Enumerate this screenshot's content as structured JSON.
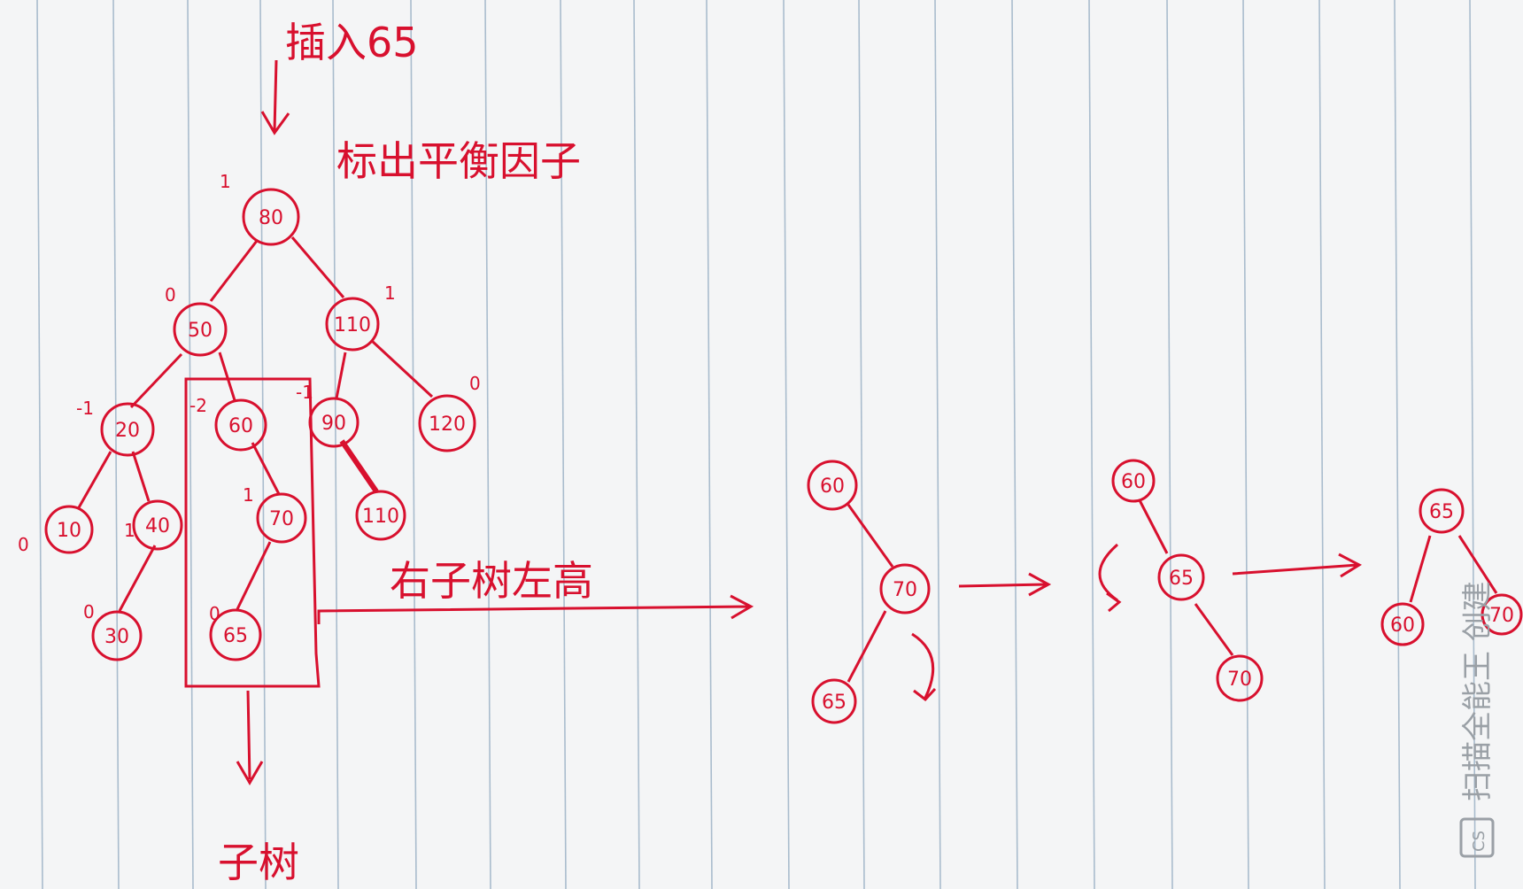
{
  "annotations": {
    "insert": "插入65",
    "mark_min_subtree": "标出平衡因子",
    "right_subtree_taller": "右子树左高",
    "min_subtree": "子树"
  },
  "tree": {
    "n80": {
      "label": "80",
      "bf": "1"
    },
    "n50": {
      "label": "50",
      "bf": "0"
    },
    "n110": {
      "label": "110",
      "bf": "1"
    },
    "n20": {
      "label": "20",
      "bf": "-1"
    },
    "n60": {
      "label": "60",
      "bf": "-2"
    },
    "n90": {
      "label": "90",
      "bf": "-1"
    },
    "n120": {
      "label": "120",
      "bf": "0"
    },
    "n10": {
      "label": "10",
      "bf": "0"
    },
    "n40": {
      "label": "40",
      "bf": "1"
    },
    "n70": {
      "label": "70",
      "bf": "1"
    },
    "n110b": {
      "label": "110"
    },
    "n30": {
      "label": "30",
      "bf": "0"
    },
    "n65": {
      "label": "65",
      "bf": "0"
    }
  },
  "step1": {
    "a": "60",
    "b": "70",
    "c": "65"
  },
  "step2": {
    "a": "60",
    "b": "65",
    "c": "70"
  },
  "step3": {
    "root": "65",
    "left": "60",
    "right": "70"
  },
  "watermark": {
    "text": "扫描全能王 创建",
    "logo": "CS"
  },
  "colors": {
    "ink": "#d8102e",
    "rule": "#9fb3c8",
    "paper": "#f4f5f6"
  }
}
